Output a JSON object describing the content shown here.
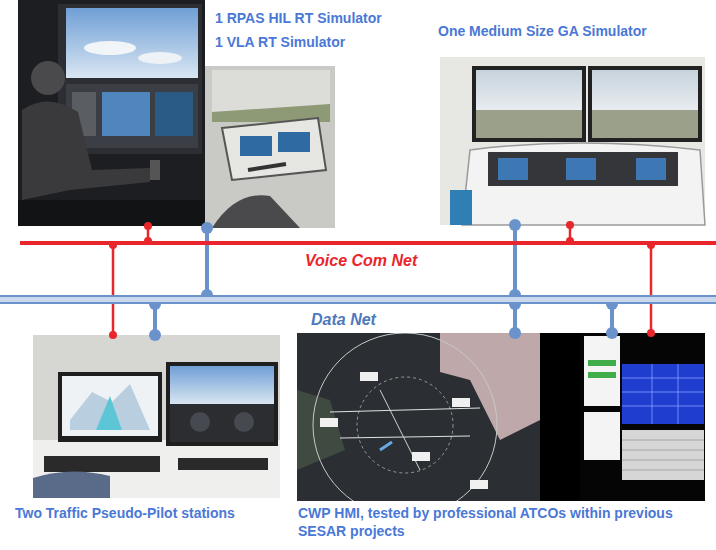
{
  "diagram": {
    "nodes": [
      {
        "text": [
          "1 RPAS HIL RT Simulator"
        ]
      },
      {
        "text": [
          "1 VLA RT Simulator"
        ]
      },
      {
        "text": [
          "One Medium Size GA Simulator"
        ]
      },
      {
        "text": [
          "Voice Com Net"
        ]
      },
      {
        "text": [
          "Data Net"
        ]
      },
      {
        "text": [
          "Two Traffic Pseudo-Pilot stations"
        ]
      },
      {
        "text": [
          "CWP HMI, tested by professional ATCOs within previous SESAR projects"
        ]
      }
    ],
    "edges": [
      {
        "from": 0,
        "to": 3,
        "arrow": "none"
      },
      {
        "from": 1,
        "to": 4,
        "arrow": "none"
      },
      {
        "from": 2,
        "to": 3,
        "arrow": "none"
      },
      {
        "from": 2,
        "to": 4,
        "arrow": "none"
      },
      {
        "from": 3,
        "to": 5,
        "arrow": "none"
      },
      {
        "from": 4,
        "to": 5,
        "arrow": "none"
      },
      {
        "from": 4,
        "to": 6,
        "arrow": "none"
      },
      {
        "from": 4,
        "to": 6,
        "arrow": "none"
      },
      {
        "from": 3,
        "to": 6,
        "arrow": "none"
      }
    ]
  }
}
